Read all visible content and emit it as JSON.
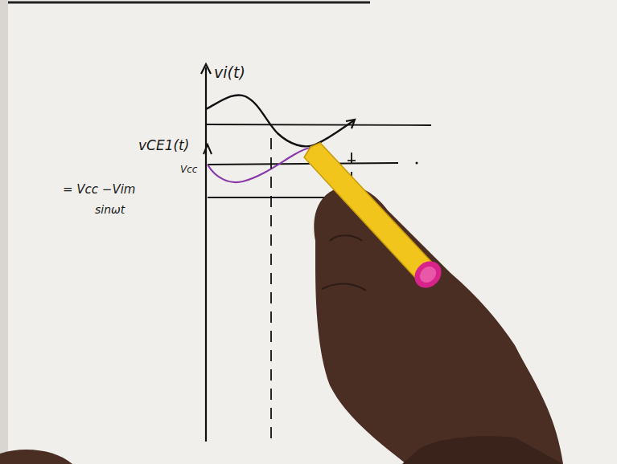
{
  "diagram": {
    "labels": [
      "vi(t)",
      "vCE1(t)",
      "Vcc",
      "= Vcc −Vim",
      "sinωt"
    ]
  }
}
